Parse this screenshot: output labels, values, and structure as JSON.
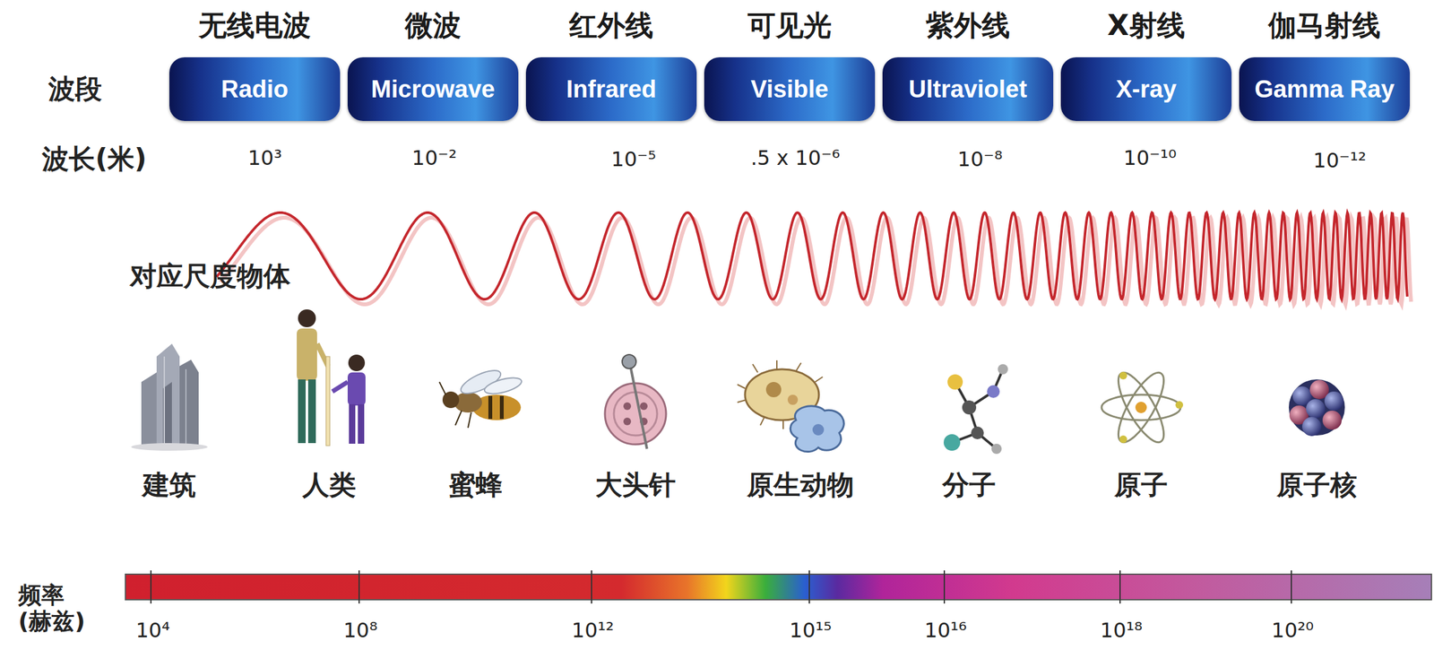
{
  "diagram": {
    "nodes": [
      {
        "text": [
          "无线电波",
          "Radio"
        ]
      },
      {
        "text": [
          "微波",
          "Microwave"
        ]
      },
      {
        "text": [
          "红外线",
          "Infrared"
        ]
      },
      {
        "text": [
          "可见光",
          "Visible"
        ]
      },
      {
        "text": [
          "紫外线",
          "Ultraviolet"
        ]
      },
      {
        "text": [
          "X射线",
          "X-ray"
        ]
      },
      {
        "text": [
          "伽马射线",
          "Gamma Ray"
        ]
      }
    ],
    "labels": [
      "波段",
      "波长(米)",
      "10³",
      "10⁻²",
      "10⁻⁵",
      ".5 x 10⁻⁶",
      "10⁻⁸",
      "10⁻¹⁰",
      "10⁻¹²",
      "对应尺度物体",
      "建筑",
      "人类",
      "蜜蜂",
      "大头针",
      "原生动物",
      "分子",
      "原子",
      "原子核",
      "频率 (赫兹)",
      "10⁴",
      "10⁸",
      "10¹²",
      "10¹⁵",
      "10¹⁶",
      "10¹⁸",
      "10²⁰"
    ]
  }
}
